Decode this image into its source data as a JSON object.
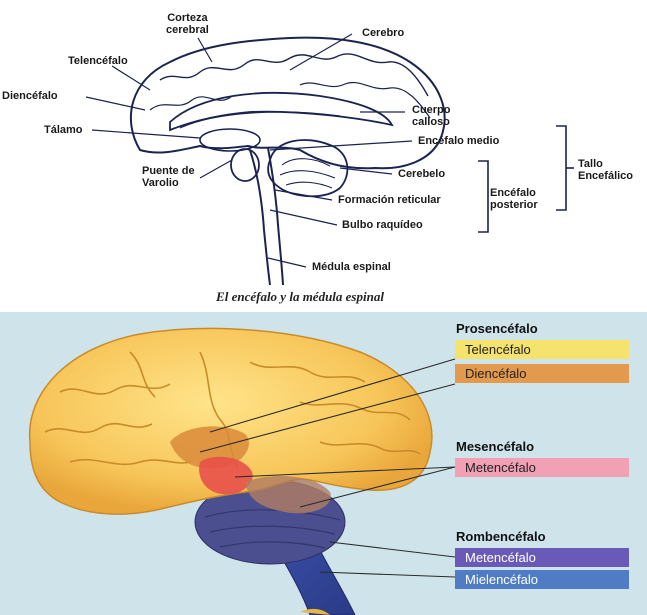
{
  "top_diagram": {
    "labels": {
      "corteza": "Corteza\ncerebral",
      "cerebro": "Cerebro",
      "telencefalo": "Telencéfalo",
      "diencefalo": "Diencéfalo",
      "talamo": "Tálamo",
      "cuerpo_calloso": "Cuerpo\ncalloso",
      "encefalo_medio": "Encéfalo medio",
      "tallo": "Tallo\nEncefálico",
      "puente": "Puente de\nVarolio",
      "cerebelo": "Cerebelo",
      "formacion": "Formación reticular",
      "encefalo_posterior": "Encéfalo\nposterior",
      "bulbo": "Bulbo raquídeo",
      "medula": "Médula espinal"
    },
    "caption": "El encéfalo y la médula espinal"
  },
  "bottom_diagram": {
    "groups": [
      {
        "title": "Prosencéfalo",
        "items": [
          {
            "label": "Telencéfalo",
            "color": "#f6e36e"
          },
          {
            "label": "Diencéfalo",
            "color": "#e39a4c"
          }
        ]
      },
      {
        "title": "Mesencéfalo",
        "items": [
          {
            "label": "Metencéfalo",
            "color": "#f2a0b4"
          }
        ]
      },
      {
        "title": "Rombencéfalo",
        "items": [
          {
            "label": "Metencéfalo",
            "color": "#6a5ab8"
          },
          {
            "label": "Mielencéfalo",
            "color": "#4f7cc4"
          }
        ]
      }
    ]
  }
}
